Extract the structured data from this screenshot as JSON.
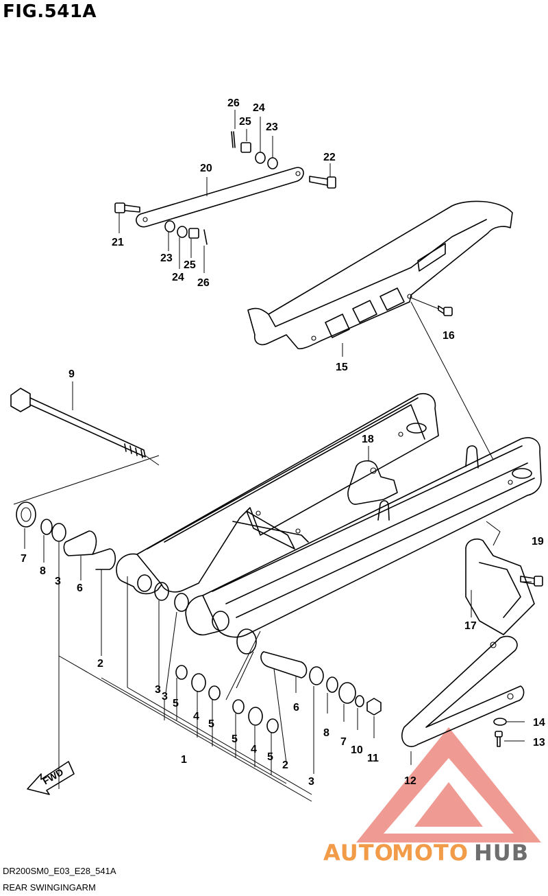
{
  "figure": {
    "title": "FIG.541A",
    "code": "DR200SM0_E03_E28_541A",
    "name": "REAR SWINGINGARM"
  },
  "direction_marker": "FWD",
  "watermark": {
    "brand_part1": "AUTO",
    "brand_part2": "MOTO",
    "brand_part3": "HUB",
    "color_main": "#f08a2a",
    "color_dark": "#555555",
    "color_logo": "#e24a3b"
  },
  "callouts": [
    "26",
    "24",
    "25",
    "23",
    "22",
    "20",
    "21",
    "23",
    "24",
    "25",
    "26",
    "16",
    "15",
    "9",
    "18",
    "19",
    "7",
    "8",
    "3",
    "6",
    "2",
    "17",
    "14",
    "13",
    "3",
    "3",
    "5",
    "4",
    "5",
    "6",
    "8",
    "7",
    "10",
    "11",
    "5",
    "4",
    "5",
    "1",
    "2",
    "3",
    "12"
  ]
}
